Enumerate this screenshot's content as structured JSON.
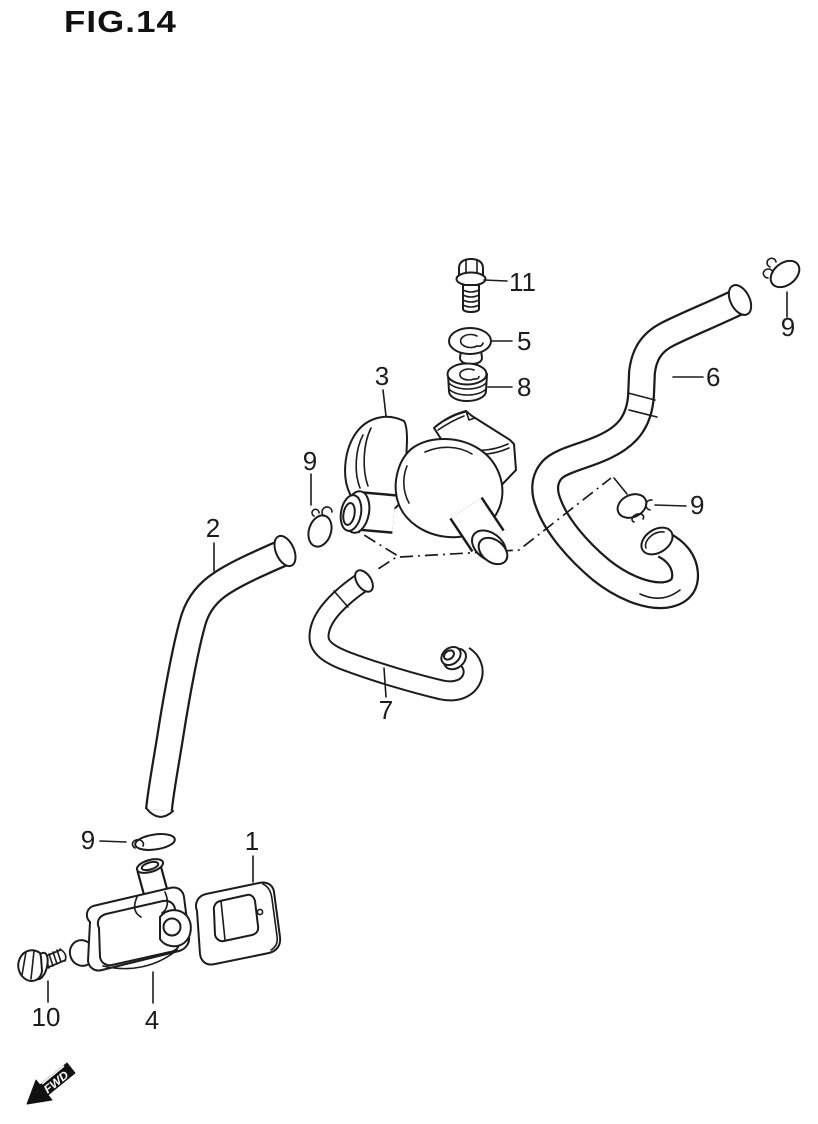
{
  "figure": {
    "title": "FIG.14"
  },
  "fwd_marker": {
    "label": "FWD"
  },
  "colors": {
    "ink": "#1c1c1c",
    "background": "#ffffff"
  },
  "callouts": {
    "c1": {
      "label": "1"
    },
    "c2": {
      "label": "2"
    },
    "c3": {
      "label": "3"
    },
    "c4": {
      "label": "4"
    },
    "c5": {
      "label": "5"
    },
    "c6": {
      "label": "6"
    },
    "c7": {
      "label": "7"
    },
    "c8": {
      "label": "8"
    },
    "c9_top_right": {
      "label": "9"
    },
    "c9_mid_right": {
      "label": "9"
    },
    "c9_mid_left": {
      "label": "9"
    },
    "c9_bottom_left": {
      "label": "9"
    },
    "c10": {
      "label": "10"
    },
    "c11": {
      "label": "11"
    }
  }
}
